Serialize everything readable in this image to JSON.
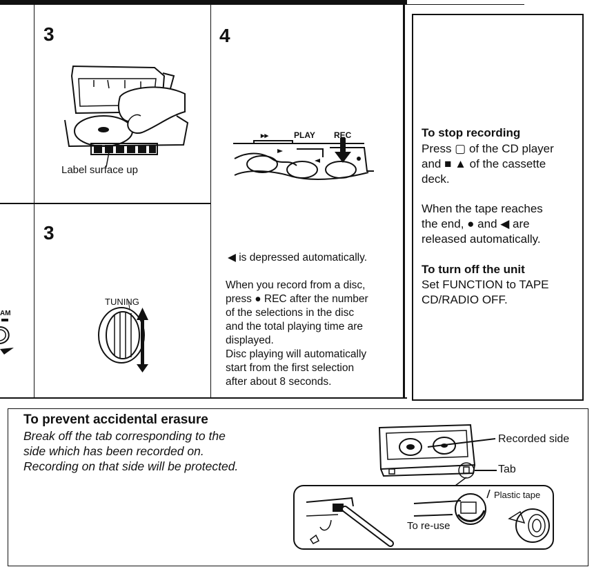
{
  "panels": {
    "panel_top_left": {
      "step": "3",
      "caption": "Label surface up"
    },
    "panel_top_middle": {
      "step": "4",
      "deck_labels": {
        "ff": "▸▸",
        "play": "PLAY",
        "rec": "REC"
      },
      "note": "◀ is depressed automatically.",
      "body": [
        "When you record from a disc,",
        "press ● REC after the number",
        "of the selections in the disc",
        "and the total playing time are",
        "displayed.",
        "Disc playing will automatically",
        "start from the first selection",
        "after about 8 seconds."
      ]
    },
    "panel_bottom_left": {
      "step": "3",
      "knob_label": "TUNING",
      "edge_label": "AM"
    },
    "panel_right": {
      "stop_heading": "To stop recording",
      "stop_body": [
        "Press ▢ of the CD player",
        "and ■ ▲ of the cassette",
        "deck."
      ],
      "end_body": [
        "When the tape reaches",
        "the end, ● and ◀ are",
        "released automatically."
      ],
      "off_heading": "To turn off the unit",
      "off_body": [
        "Set FUNCTION to TAPE",
        "CD/RADIO OFF."
      ]
    }
  },
  "erasure": {
    "heading": "To prevent accidental erasure",
    "body": [
      "Break off the tab corresponding to the",
      "side which has been recorded on.",
      "Recording on that side will be protected."
    ],
    "labels": {
      "recorded_side": "Recorded side",
      "tab": "Tab",
      "plastic_tape": "Plastic tape",
      "reuse": "To re-use"
    }
  }
}
